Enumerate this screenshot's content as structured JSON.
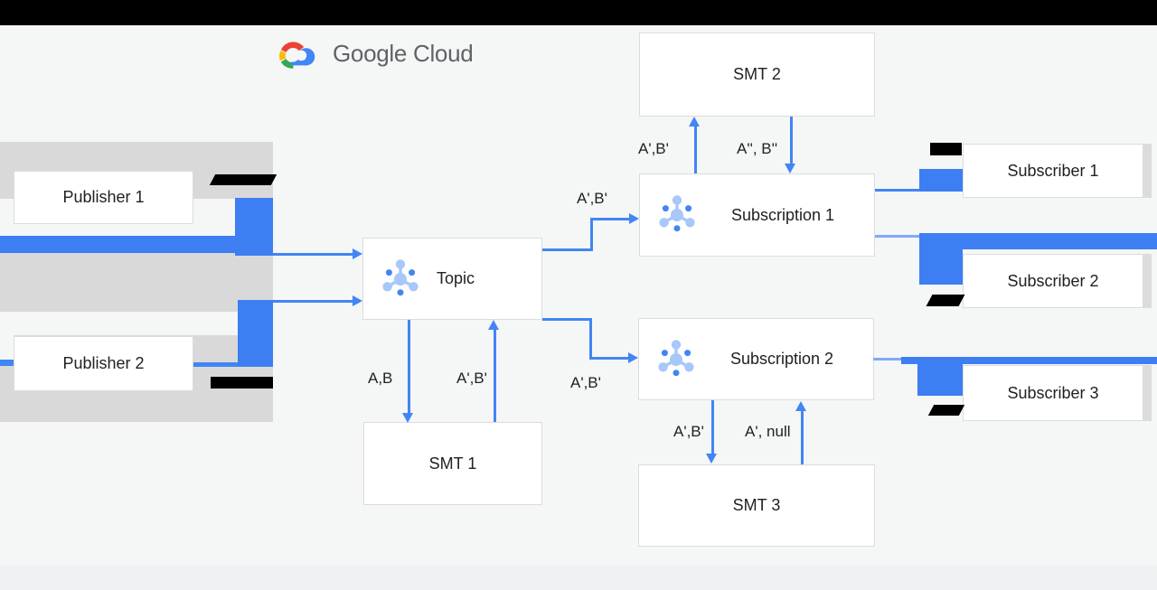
{
  "header": {
    "logo_text": "Google Cloud"
  },
  "colors": {
    "bg": "#f5f6f6",
    "strip": "#f0f1f2",
    "band": "#d9d9d9",
    "black": "#000000",
    "arrow": "#4285f4",
    "redaction": "#3d7ef2",
    "box_border": "#dadce0",
    "text": "#202124",
    "logo_text": "#5f6368",
    "icon_light": "#a8c7fa",
    "icon_dark": "#4285f4"
  },
  "nodes": {
    "publisher1": {
      "label": "Publisher 1"
    },
    "publisher2": {
      "label": "Publisher 2"
    },
    "topic": {
      "label": "Topic"
    },
    "smt1": {
      "label": "SMT 1"
    },
    "smt2": {
      "label": "SMT 2"
    },
    "smt3": {
      "label": "SMT 3"
    },
    "subscription1": {
      "label": "Subscription 1"
    },
    "subscription2": {
      "label": "Subscription 2"
    },
    "subscriber1": {
      "label": "Subscriber 1"
    },
    "subscriber2": {
      "label": "Subscriber 2"
    },
    "subscriber3": {
      "label": "Subscriber 3"
    }
  },
  "edge_labels": {
    "topic_to_sub1": "A',B'",
    "topic_to_sub2": "A',B'",
    "topic_to_smt1": "A,B",
    "smt1_to_topic": "A',B'",
    "sub1_to_smt2": "A',B'",
    "smt2_to_sub1": "A'', B''",
    "sub2_to_smt3": "A',B'",
    "smt3_to_sub2": "A', null"
  }
}
